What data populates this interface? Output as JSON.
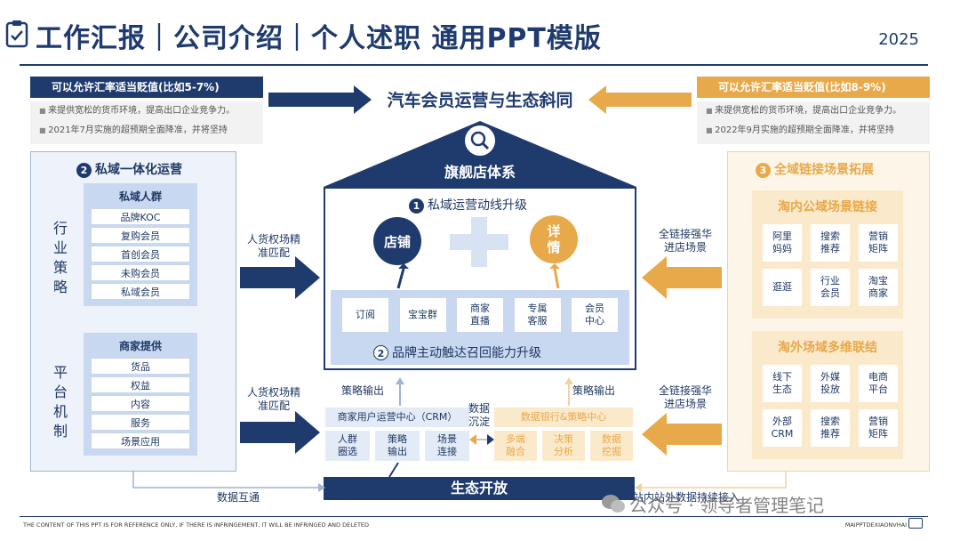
{
  "title": "工作汇报｜公司介绍｜个人述职 通用PPT模版",
  "year": "2025",
  "left_top": {
    "header": "可以允许汇率适当贬值(比如5-7%)",
    "bullets": [
      "来提供宽松的货币环境，提高出口企业竞争力。",
      "2021年7月实施的超预期全面降准，并将坚持"
    ]
  },
  "right_top": {
    "header": "可以允许汇率适当贬值(比如8-9%)",
    "bullets": [
      "来提供宽松的货币环境，提高出口企业竞争力。",
      "2022年9月实施的超预期全面降准，并将坚持"
    ]
  },
  "center_banner": "汽车会员运营与生态斜同",
  "roof_label": "旗舰店体系",
  "left_panel": {
    "num": "2",
    "title": "私域一体化运营",
    "side1": "行业策略",
    "side2": "平台机制",
    "group1_title": "私域人群",
    "group1_items": [
      "品牌KOC",
      "复购会员",
      "首创会员",
      "未购会员",
      "私域会员"
    ],
    "group2_title": "商家提供",
    "group2_items": [
      "货品",
      "权益",
      "内容",
      "服务",
      "场景应用"
    ]
  },
  "center": {
    "upgrade1_num": "1",
    "upgrade1": "私域运营动线升级",
    "store": "店铺",
    "detail": "详情",
    "services": [
      "订阅",
      "宝宝群",
      "商家直播",
      "专属客服",
      "会员中心"
    ],
    "upgrade2_num": "2",
    "upgrade2": "品牌主动触达召回能力升级",
    "strategy_out_left": "策略输出",
    "strategy_out_right": "策略输出",
    "crm_title": "商家用户运营中心（CRM）",
    "crm_items": [
      "人群圈选",
      "策略输出",
      "场景连接"
    ],
    "data_settle": "数据沉淀",
    "bank_title": "数据银行&策略中心",
    "bank_items": [
      "多端融合",
      "决策分析",
      "数据挖掘"
    ],
    "eco": "生态开放",
    "data_connect": "数据互通",
    "site_data": "站内站外数据持续接入"
  },
  "arrows": {
    "left_top": "人货权场精准匹配",
    "left_bottom": "人货权场精准匹配",
    "right_top": "全链接强华进店场景",
    "right_bottom": "全链接强华进店场景"
  },
  "right_panel": {
    "num": "3",
    "title": "全域链接场景拓展",
    "group1_title": "淘内公域场景链接",
    "group1_items": [
      "阿里妈妈",
      "搜索推荐",
      "营销矩阵",
      "逛逛",
      "行业会员",
      "淘宝商家"
    ],
    "group2_title": "淘外场域多维联结",
    "group2_items": [
      "线下生态",
      "外媒投放",
      "电商平台",
      "外部CRM",
      "搜索推荐",
      "营销矩阵"
    ]
  },
  "watermark": "公众号 · 领导者管理笔记",
  "footer_left": "THE CONTENT OF THIS PPT IS FOR REFERENCE ONLY, IF THERE IS INFRINGEMENT, IT WILL BE INFRINGED AND DELETED",
  "footer_right": "MAIPPTDEXIAONVHAI",
  "colors": {
    "navy": "#1f3b6e",
    "gold": "#e8a94a",
    "light_blue": "#eef3fb",
    "light_gold": "#fdf5e8"
  }
}
